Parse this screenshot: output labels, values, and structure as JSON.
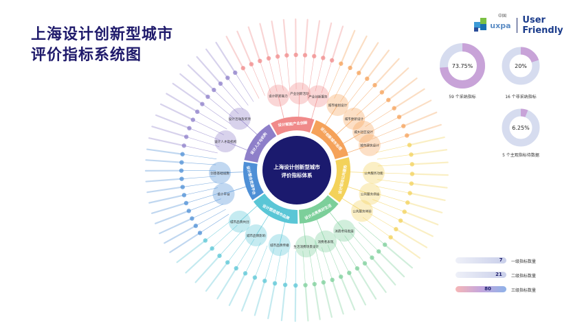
{
  "title_line1": "上海设计创新型城市",
  "title_line2": "评价指标系统图",
  "logo": {
    "uxpa": "uxpa",
    "cn": "中国",
    "brand": "User Friendly"
  },
  "center": {
    "line1": "上海设计创新型城市",
    "line2": "评价指标体系"
  },
  "level1": [
    "设计赋能产业创新",
    "设计创新城市治理",
    "设计驱动公共服务",
    "设计点亮美好生活",
    "设计塑造城市品牌",
    "设计整合资源平台",
    "设计人才与机构"
  ],
  "level2": [
    "设计研发能力",
    "产业创新活动",
    "产业创新服务",
    "城市规划设计",
    "城市更新设计",
    "城乡社区设计",
    "城市建筑设计",
    "公共服务功能",
    "公共服务供给",
    "公共服务体验",
    "消费市场发展",
    "消费者表现",
    "生活消费场景设计",
    "城市品牌传播",
    "城市品牌影响",
    "城市品牌共创",
    "设计平台",
    "创意基础设施",
    "设计人才及机构",
    "设计活动及奖项"
  ],
  "donuts": [
    {
      "value": "73.75%",
      "label": "59 个采纳指标"
    },
    {
      "value": "20%",
      "label": "16 个非采纳指标"
    },
    {
      "value": "6.25%",
      "label": "5 个主观指标待数据"
    }
  ],
  "legend": [
    {
      "num": "7",
      "label": "一级指标数量"
    },
    {
      "num": "21",
      "label": "二级指标数量"
    },
    {
      "num": "80",
      "label": "三级指标数量"
    }
  ],
  "colors": {
    "title": "#1f1a6b",
    "center": "#1b1a6e",
    "red": "#f08a8a",
    "orange": "#f5a25a",
    "yellow": "#f3d25a",
    "green": "#7ccf9a",
    "teal": "#5ac6d6",
    "blue": "#4e8fd6",
    "purple": "#8e7fc9",
    "donut_track": "#d6dcef",
    "donut_fill": "#c8a3d8"
  }
}
